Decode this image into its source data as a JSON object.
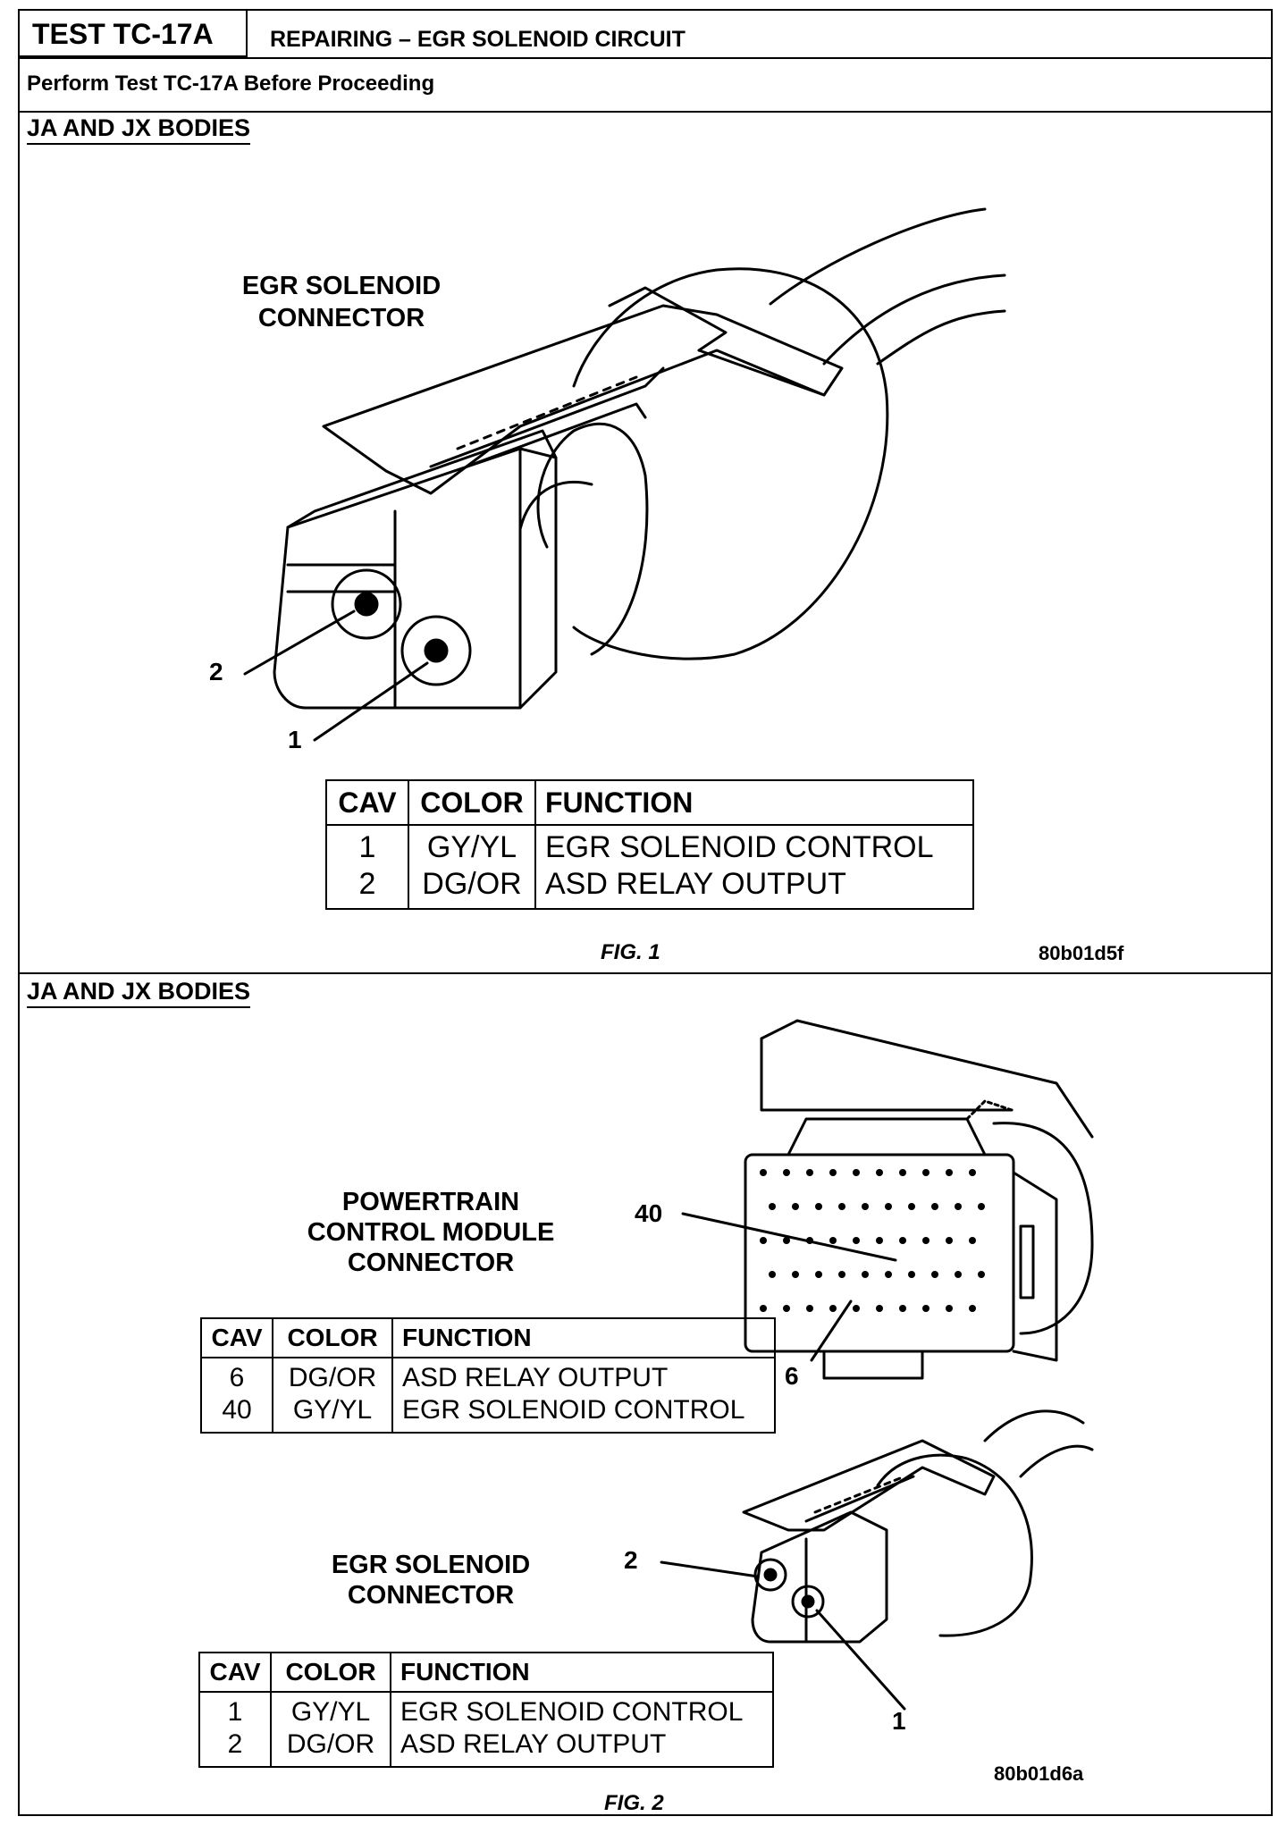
{
  "header": {
    "test_id": "TEST TC-17A",
    "title": "REPAIRING – EGR SOLENOID CIRCUIT",
    "subtitle": "Perform Test TC-17A Before Proceeding"
  },
  "fig1": {
    "section": "JA AND JX BODIES",
    "connector_label": [
      "EGR SOLENOID",
      "CONNECTOR"
    ],
    "callouts": [
      "2",
      "1"
    ],
    "table": {
      "headers": [
        "CAV",
        "COLOR",
        "FUNCTION"
      ],
      "rows": [
        {
          "cav": "1",
          "color": "GY/YL",
          "function": "EGR SOLENOID CONTROL"
        },
        {
          "cav": "2",
          "color": "DG/OR",
          "function": "ASD RELAY OUTPUT"
        }
      ]
    },
    "caption": "FIG. 1",
    "code": "80b01d5f"
  },
  "fig2": {
    "section": "JA AND JX BODIES",
    "pcm_label": [
      "POWERTRAIN",
      "CONTROL MODULE",
      "CONNECTOR"
    ],
    "pcm_callouts": [
      "40",
      "6"
    ],
    "pcm_table": {
      "headers": [
        "CAV",
        "COLOR",
        "FUNCTION"
      ],
      "rows": [
        {
          "cav": "6",
          "color": "DG/OR",
          "function": "ASD RELAY OUTPUT"
        },
        {
          "cav": "40",
          "color": "GY/YL",
          "function": "EGR SOLENOID CONTROL"
        }
      ]
    },
    "egr_label": [
      "EGR SOLENOID",
      "CONNECTOR"
    ],
    "egr_callouts": [
      "2",
      "1"
    ],
    "egr_table": {
      "headers": [
        "CAV",
        "COLOR",
        "FUNCTION"
      ],
      "rows": [
        {
          "cav": "1",
          "color": "GY/YL",
          "function": "EGR SOLENOID CONTROL"
        },
        {
          "cav": "2",
          "color": "DG/OR",
          "function": "ASD RELAY OUTPUT"
        }
      ]
    },
    "caption": "FIG. 2",
    "code": "80b01d6a"
  }
}
